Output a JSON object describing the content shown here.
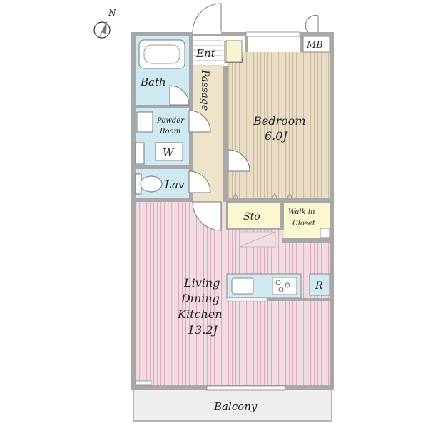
{
  "compass": {
    "north_label": "N"
  },
  "rooms": {
    "entrance": "Ent",
    "bath": "Bath",
    "passage": "Passage",
    "powder_room": [
      "Powder",
      "Room"
    ],
    "washer": "W",
    "lavatory": "Lav",
    "bedroom": [
      "Bedroom",
      "6.0J"
    ],
    "storage": "Sto",
    "walk_in_closet": [
      "Walk in",
      "Closet"
    ],
    "refrigerator": "R",
    "ldk": [
      "Living",
      "Dining",
      "Kitchen",
      "13.2J"
    ],
    "meter_box": "MB",
    "balcony": "Balcony"
  },
  "colors": {
    "wall": "#a8a8a8",
    "wet_area": "#cfe8f2",
    "passage_floor": "#eee4cc",
    "bedroom_floor": "#eadfc6",
    "bedroom_stripe": "#c9b99a",
    "ldk_floor": "#f3dde2",
    "ldk_stripe": "#dba9b4",
    "storage": "#fbf7cf",
    "balcony": "#efefef"
  }
}
